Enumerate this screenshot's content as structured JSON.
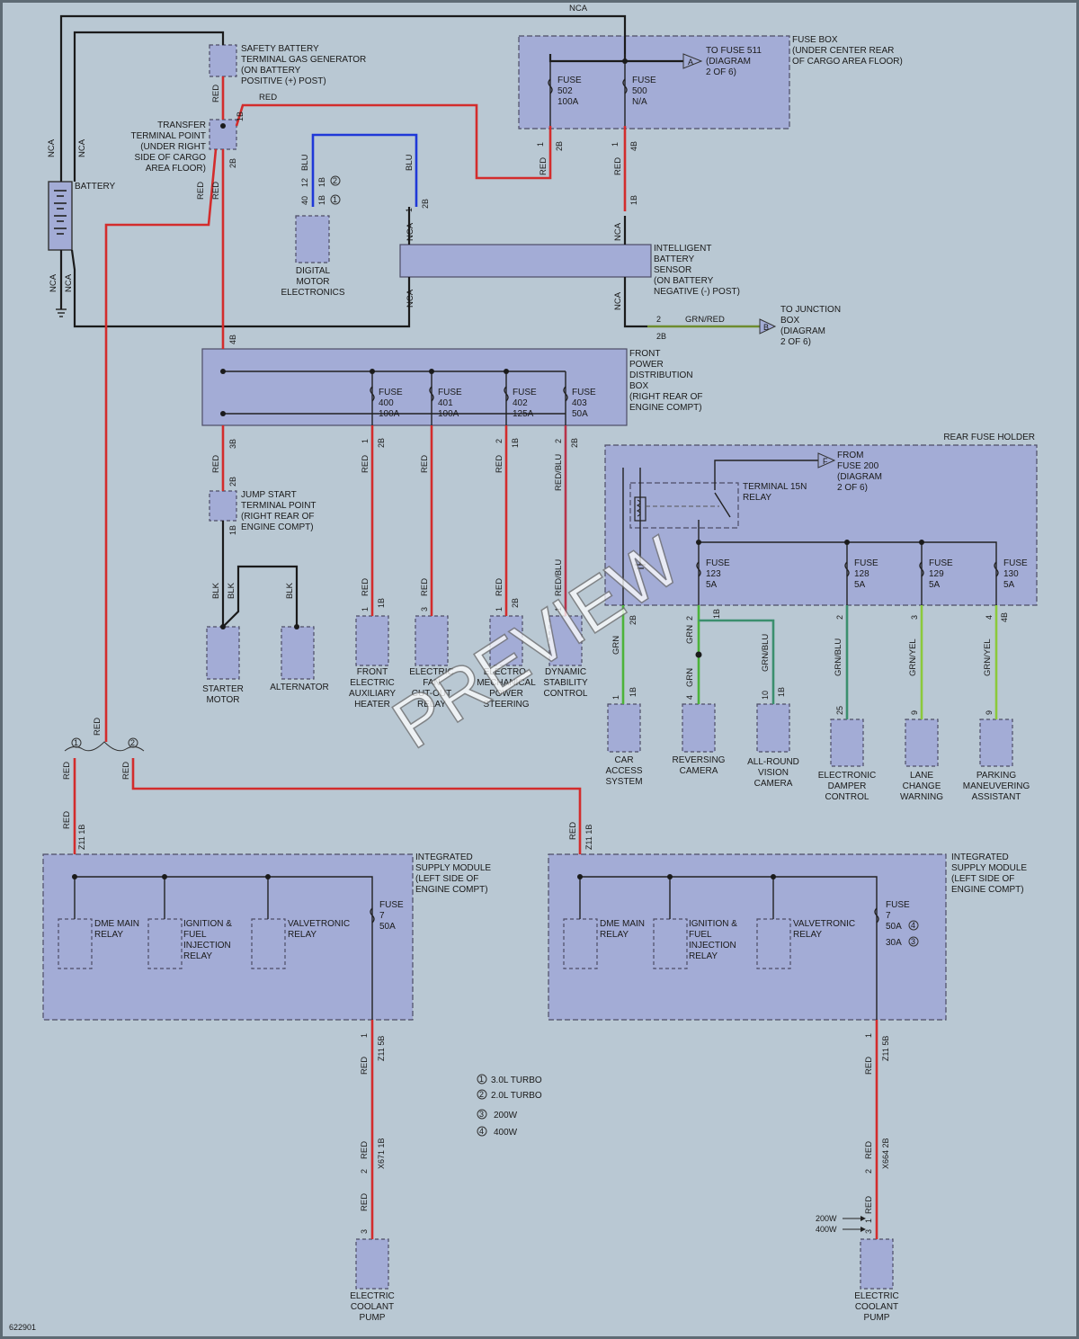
{
  "diagram_id": "622901",
  "watermark": "PREVIEW",
  "labels": {
    "nca": "NCA",
    "red": "RED",
    "blu": "BLU",
    "blk": "BLK",
    "grn": "GRN",
    "grn_red": "GRN/RED",
    "red_blu": "RED/BLU",
    "grn_blu": "GRN/BLU",
    "grn_yel": "GRN/YEL"
  },
  "components": {
    "safety_battery": [
      "SAFETY BATTERY",
      "TERMINAL GAS GENERATOR",
      "(ON BATTERY",
      "POSITIVE (+) POST)"
    ],
    "transfer_point": [
      "TRANSFER",
      "TERMINAL POINT",
      "(UNDER RIGHT",
      "SIDE OF CARGO",
      "AREA FLOOR)"
    ],
    "battery": "BATTERY",
    "fuse_box": [
      "FUSE BOX",
      "(UNDER CENTER REAR",
      "OF CARGO AREA FLOOR)"
    ],
    "to_fuse_511": [
      "TO FUSE 511",
      "(DIAGRAM",
      "2 OF 6)"
    ],
    "fuse_502": [
      "FUSE",
      "502",
      "100A"
    ],
    "fuse_500": [
      "FUSE",
      "500",
      "N/A"
    ],
    "dme": [
      "DIGITAL",
      "MOTOR",
      "ELECTRONICS"
    ],
    "ibs": [
      "INTELLIGENT",
      "BATTERY",
      "SENSOR",
      "(ON BATTERY",
      "NEGATIVE (-) POST)"
    ],
    "to_junction": [
      "TO JUNCTION",
      "BOX",
      "(DIAGRAM",
      "2 OF 6)"
    ],
    "fpdb": [
      "FRONT",
      "POWER",
      "DISTRIBUTION",
      "BOX",
      "(RIGHT REAR OF",
      "ENGINE COMPT)"
    ],
    "fuse_400": [
      "FUSE",
      "400",
      "100A"
    ],
    "fuse_401": [
      "FUSE",
      "401",
      "100A"
    ],
    "fuse_402": [
      "FUSE",
      "402",
      "125A"
    ],
    "fuse_403": [
      "FUSE",
      "403",
      "50A"
    ],
    "jump_start": [
      "JUMP START",
      "TERMINAL POINT",
      "(RIGHT REAR OF",
      "ENGINE COMPT)"
    ],
    "starter": [
      "STARTER",
      "MOTOR"
    ],
    "alternator": "ALTERNATOR",
    "aux_heater": [
      "FRONT",
      "ELECTRIC",
      "AUXILIARY",
      "HEATER"
    ],
    "fan": [
      "ELECTRIC",
      "FAN",
      "CUT-OUT",
      "RELAY"
    ],
    "eps": [
      "ELECTRO-",
      "MECHANICAL",
      "POWER",
      "STEERING"
    ],
    "dsc": [
      "DYNAMIC",
      "STABILITY",
      "CONTROL"
    ],
    "rear_fuse_holder": "REAR FUSE HOLDER",
    "from_fuse_200": [
      "FROM",
      "FUSE 200",
      "(DIAGRAM",
      "2 OF 6)"
    ],
    "relay_15n": [
      "TERMINAL 15N",
      "RELAY"
    ],
    "fuse_123": [
      "FUSE",
      "123",
      "5A"
    ],
    "fuse_128": [
      "FUSE",
      "128",
      "5A"
    ],
    "fuse_129": [
      "FUSE",
      "129",
      "5A"
    ],
    "fuse_130": [
      "FUSE",
      "130",
      "5A"
    ],
    "car_access": [
      "CAR",
      "ACCESS",
      "SYSTEM"
    ],
    "rev_camera": [
      "REVERSING",
      "CAMERA"
    ],
    "allround": [
      "ALL-ROUND",
      "VISION",
      "CAMERA"
    ],
    "damper": [
      "ELECTRONIC",
      "DAMPER",
      "CONTROL"
    ],
    "lane": [
      "LANE",
      "CHANGE",
      "WARNING"
    ],
    "parking": [
      "PARKING",
      "MANEUVERING",
      "ASSISTANT"
    ],
    "ism": [
      "INTEGRATED",
      "SUPPLY MODULE",
      "(LEFT SIDE OF",
      "ENGINE COMPT)"
    ],
    "dme_relay": [
      "DME MAIN",
      "RELAY"
    ],
    "ign_relay": [
      "IGNITION &",
      "FUEL",
      "INJECTION",
      "RELAY"
    ],
    "valve_relay": [
      "VALVETRONIC",
      "RELAY"
    ],
    "fuse_7_left": [
      "FUSE",
      "7",
      "50A"
    ],
    "fuse_7_right": [
      "FUSE",
      "7",
      "50A",
      "30A"
    ],
    "coolant_pump": [
      "ELECTRIC",
      "COOLANT",
      "PUMP"
    ]
  },
  "legend": [
    {
      "num": "1",
      "text": "3.0L TURBO"
    },
    {
      "num": "2",
      "text": "2.0L TURBO"
    },
    {
      "num": "3",
      "text": "200W"
    },
    {
      "num": "4",
      "text": "400W"
    }
  ],
  "connectors": {
    "c1b": "1B",
    "c2b": "2B",
    "c4b": "4B",
    "c3b": "3B",
    "z11_1b": "Z11 1B",
    "z11_5b": "Z11 5B",
    "x671": "X671 1B",
    "x664": "X664 2B",
    "p200w": "200W",
    "p400w": "400W"
  },
  "pins": {
    "p1": "1",
    "p2": "2",
    "p3": "3",
    "p4": "4",
    "p9": "9",
    "p10": "10",
    "p12": "12",
    "p25": "25",
    "p40": "40",
    "a": "A",
    "b": "B",
    "f": "F"
  }
}
